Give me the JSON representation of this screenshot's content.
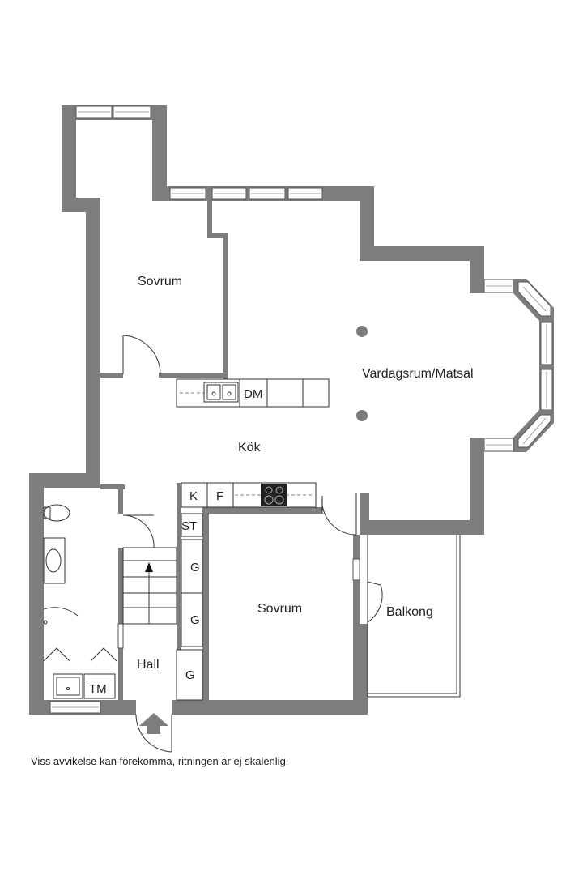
{
  "rooms": {
    "sovrum_top": "Sovrum",
    "living": "Vardagsrum/Matsal",
    "kitchen": "Kök",
    "sovrum_bottom": "Sovrum",
    "balcony": "Balkong",
    "hall": "Hall"
  },
  "fixtures": {
    "dishwasher": "DM",
    "fridge": "K",
    "freezer": "F",
    "storage": "ST",
    "wardrobe_1": "G",
    "wardrobe_2": "G",
    "wardrobe_3": "G",
    "dryer": "TM"
  },
  "disclaimer": "Viss avvikelse kan förekomma, ritningen är ej skalenlig."
}
